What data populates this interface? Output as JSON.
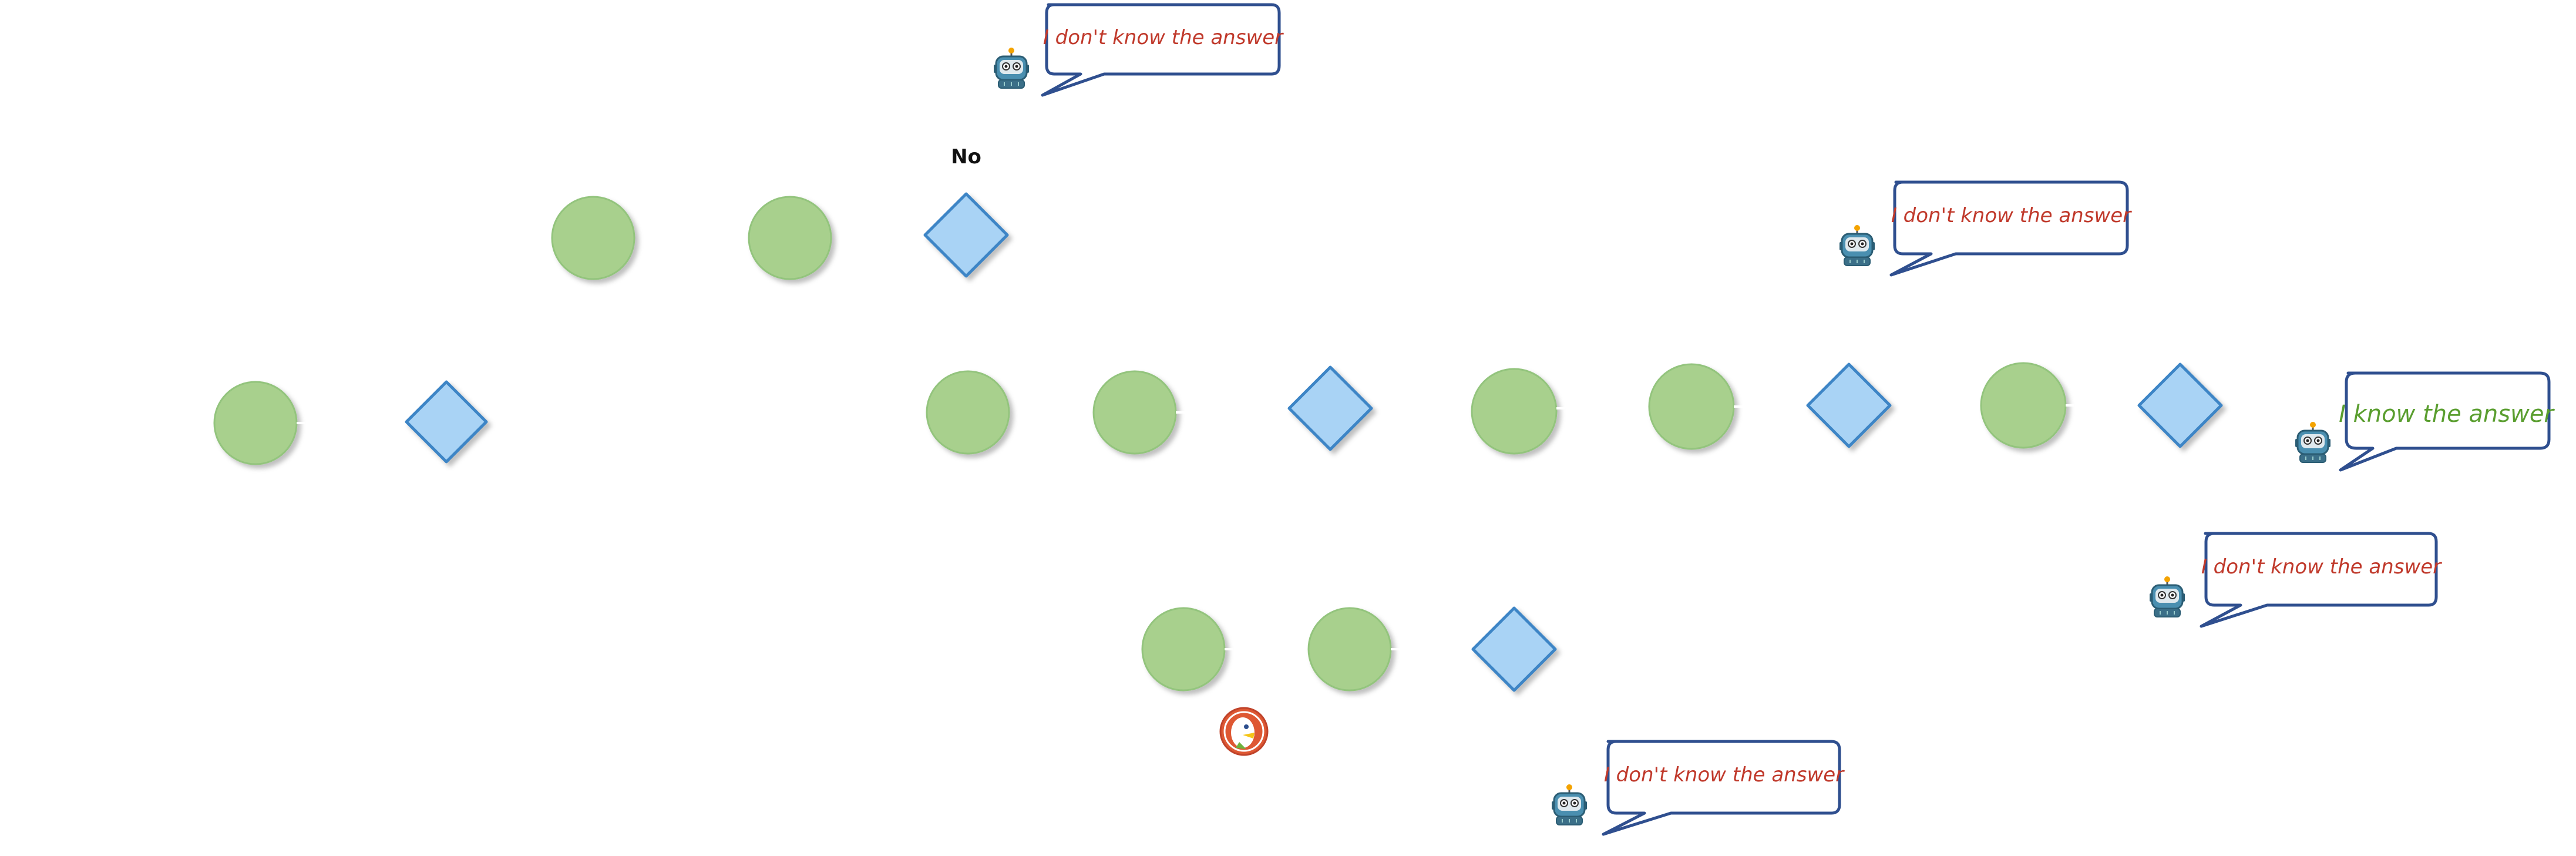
{
  "diagram": {
    "no_label": "No",
    "bubbles": [
      {
        "text": "I don't know the answer",
        "color": "#c0392b"
      },
      {
        "text": "I don't know the answer",
        "color": "#c0392b"
      },
      {
        "text": "I know the answer",
        "color": "#5a9e2f"
      },
      {
        "text": "I don't know the answer",
        "color": "#c0392b"
      },
      {
        "text": "I don't know the answer",
        "color": "#c0392b"
      }
    ],
    "colors": {
      "circle_fill": "#a8d08d",
      "circle_stroke": "#93c47d",
      "diamond_fill": "#a9d3f5",
      "diamond_stroke": "#3d85c6",
      "bubble_stroke": "#2f4f8f",
      "duck_orange": "#de5833"
    },
    "icons": [
      "robot-icon",
      "duckduckgo-logo-icon"
    ]
  }
}
